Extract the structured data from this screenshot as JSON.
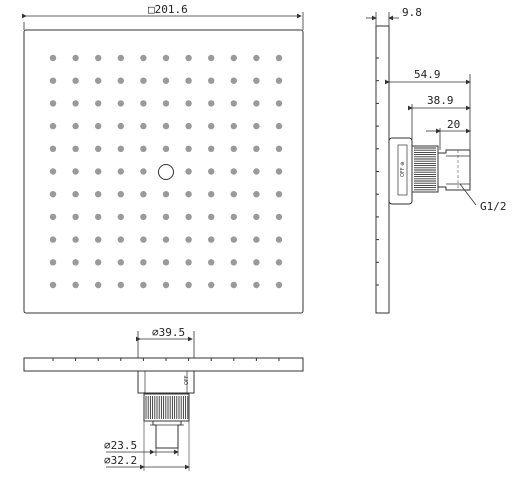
{
  "labels": {
    "front_width": "□201.6",
    "side_depth": "9.8",
    "side_total": "54.9",
    "side_arm": "38.9",
    "side_thread": "20",
    "thread_spec": "G1/2",
    "bottom_flange": "∅39.5",
    "bottom_nut": "∅23.5",
    "bottom_body": "∅32.2"
  },
  "nozzle_grid": {
    "rows": 11,
    "cols": 11,
    "center_hole": "yes"
  }
}
